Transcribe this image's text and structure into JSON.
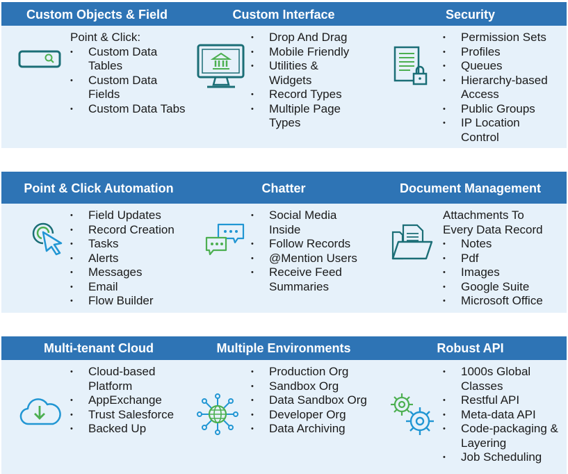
{
  "rows": [
    {
      "sections": [
        {
          "title": "Custom Objects & Field",
          "icon": "search-field-icon",
          "lead": "Point & Click:",
          "items": [
            "Custom Data Tables",
            "Custom Data Fields",
            "Custom Data Tabs"
          ]
        },
        {
          "title": "Custom Interface",
          "icon": "monitor-building-icon",
          "lead": "",
          "items": [
            "Drop And Drag",
            "Mobile Friendly",
            "Utilities & Widgets",
            "Record Types",
            "Multiple Page Types"
          ]
        },
        {
          "title": "Security",
          "icon": "document-lock-icon",
          "lead": "",
          "items": [
            "Permission Sets",
            "Profiles",
            "Queues",
            "Hierarchy-based Access",
            "Public Groups",
            "IP Location Control"
          ]
        }
      ]
    },
    {
      "sections": [
        {
          "title": "Point & Click Automation",
          "icon": "cursor-click-icon",
          "lead": "",
          "items": [
            "Field Updates",
            "Record Creation",
            "Tasks",
            "Alerts",
            "Messages",
            "Email",
            "Flow Builder"
          ]
        },
        {
          "title": "Chatter",
          "icon": "chat-bubbles-icon",
          "lead": "",
          "items": [
            "Social Media Inside",
            "Follow Records",
            "@Mention Users",
            "Receive Feed Summaries"
          ]
        },
        {
          "title": "Document Management",
          "icon": "folder-document-icon",
          "lead": "Attachments To Every Data Record",
          "items": [
            "Notes",
            "Pdf",
            "Images",
            "Google Suite",
            "Microsoft Office"
          ]
        }
      ]
    },
    {
      "sections": [
        {
          "title": "Multi-tenant Cloud",
          "icon": "cloud-download-icon",
          "lead": "",
          "items": [
            "Cloud-based Platform",
            "AppExchange",
            "Trust Salesforce",
            "Backed Up"
          ]
        },
        {
          "title": "Multiple Environments",
          "icon": "globe-network-icon",
          "lead": "",
          "items": [
            "Production Org",
            "Sandbox Org",
            "Data Sandbox Org",
            "Developer Org",
            "Data Archiving"
          ]
        },
        {
          "title": "Robust API",
          "icon": "gears-icon",
          "lead": "",
          "items": [
            "1000s Global Classes",
            "Restful API",
            "Meta-data API",
            "Code-packaging & Layering",
            "Job Scheduling"
          ]
        }
      ]
    }
  ],
  "colors": {
    "header": "#2e74b5",
    "body": "#e6f1fa",
    "icon_teal": "#1b6e76",
    "icon_green": "#4caf50",
    "icon_blue": "#2196d3"
  }
}
